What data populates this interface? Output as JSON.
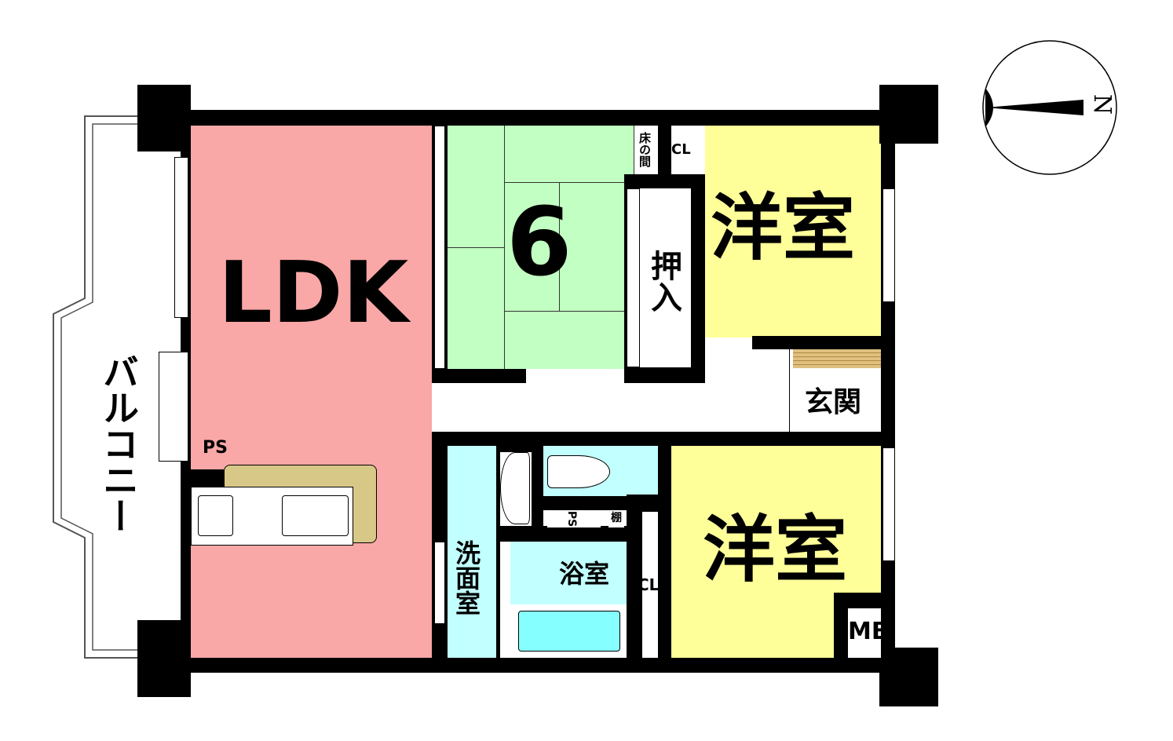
{
  "rooms": {
    "ldk": "LDK",
    "tatami": "6",
    "oshiire": "押入",
    "yoshitsu_north": "洋室",
    "yoshitsu_south": "洋室",
    "tokonoma": "床の間",
    "closet_north": "CL",
    "closet_south": "CL",
    "genkan": "玄関",
    "senmenshitsu": "洗面室",
    "yokushitsu": "浴室",
    "ps_kitchen": "PS",
    "ps_toilet": "PS",
    "tana": "棚",
    "mb": "MB",
    "balcony": "バルコニー"
  },
  "compass": {
    "label": "N"
  },
  "colors": {
    "ldk": "#F9A7A7",
    "tatami": "#C2FFC2",
    "yoshitsu": "#FFFF99",
    "wet": "#C2FFFF",
    "tub": "#85FFFF",
    "island": "#D8C888",
    "genkan_floor": "#E0C080"
  }
}
